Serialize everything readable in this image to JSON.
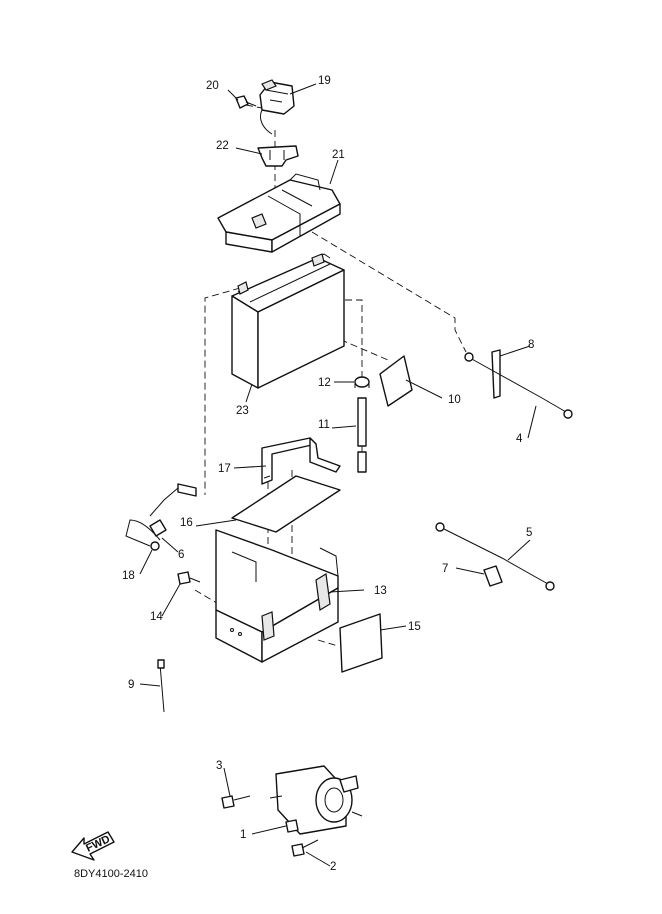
{
  "diagram": {
    "drawing_code": "8DY4100-2410",
    "fwd_label": "FWD",
    "callouts": {
      "c1": "1",
      "c2": "2",
      "c3": "3",
      "c4": "4",
      "c5": "5",
      "c6": "6",
      "c7": "7",
      "c8": "8",
      "c9": "9",
      "c10": "10",
      "c11": "11",
      "c12": "12",
      "c13": "13",
      "c14": "14",
      "c15": "15",
      "c16": "16",
      "c17": "17",
      "c18": "18",
      "c19": "19",
      "c20": "20",
      "c21": "21",
      "c22": "22",
      "c23": "23"
    }
  }
}
